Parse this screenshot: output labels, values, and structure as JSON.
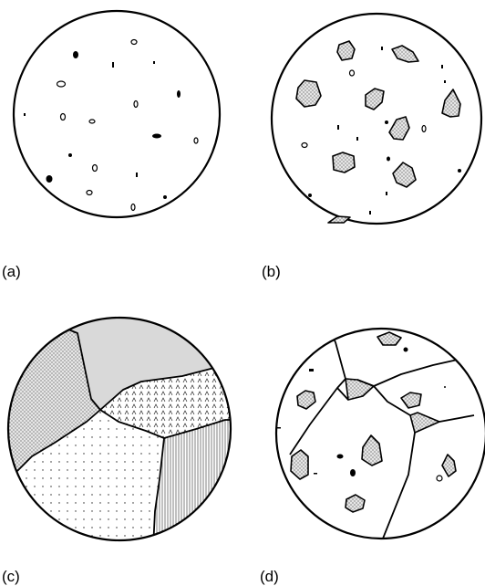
{
  "panels": [
    {
      "id": "a",
      "label": "(a)"
    },
    {
      "id": "b",
      "label": "(b)"
    },
    {
      "id": "c",
      "label": "(c)"
    },
    {
      "id": "d",
      "label": "(d)"
    }
  ],
  "colors": {
    "ink": "#000000",
    "background": "#ffffff",
    "grain_fill_grey": "#d9d9d9",
    "precipitate_fill": "#cfcfcf"
  }
}
